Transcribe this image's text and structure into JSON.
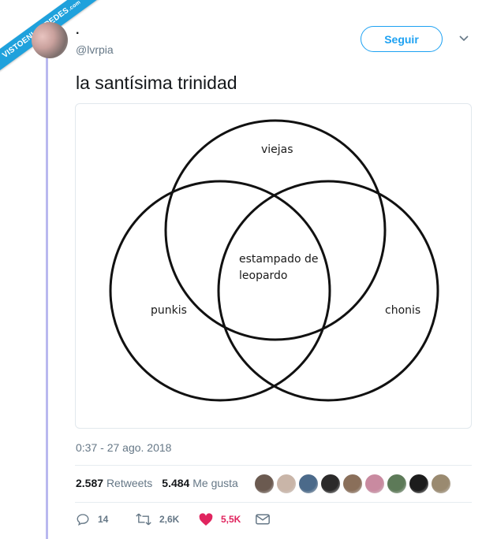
{
  "ribbon": {
    "brand": "VISTOENLASREDES",
    "suffix": ".com"
  },
  "user": {
    "display_name": ".",
    "handle": "@lvrpia"
  },
  "follow_label": "Seguir",
  "tweet": {
    "text": "la santísima trinidad"
  },
  "venn": {
    "labels": {
      "top": "viejas",
      "left": "punkis",
      "right": "chonis",
      "center_line1": "estampado de",
      "center_line2": "leopardo"
    }
  },
  "timestamp": "0:37 - 27 ago. 2018",
  "stats": {
    "retweets_count": "2.587",
    "retweets_label": "Retweets",
    "likes_count": "5.484",
    "likes_label": "Me gusta"
  },
  "likers": [
    "#6b5a50",
    "#c9b5a8",
    "#4b6a8a",
    "#2b2a2a",
    "#8a6f5a",
    "#c98aa0",
    "#5d7a58",
    "#1c1c1c",
    "#9a8a70"
  ],
  "actions": {
    "replies": "14",
    "retweets": "2,6K",
    "likes": "5,5K"
  },
  "colors": {
    "accent": "#1da1f2",
    "like": "#e0245e",
    "muted": "#657786",
    "thread_rule": "#b9b8ef",
    "ribbon": "#1fa1dc"
  }
}
